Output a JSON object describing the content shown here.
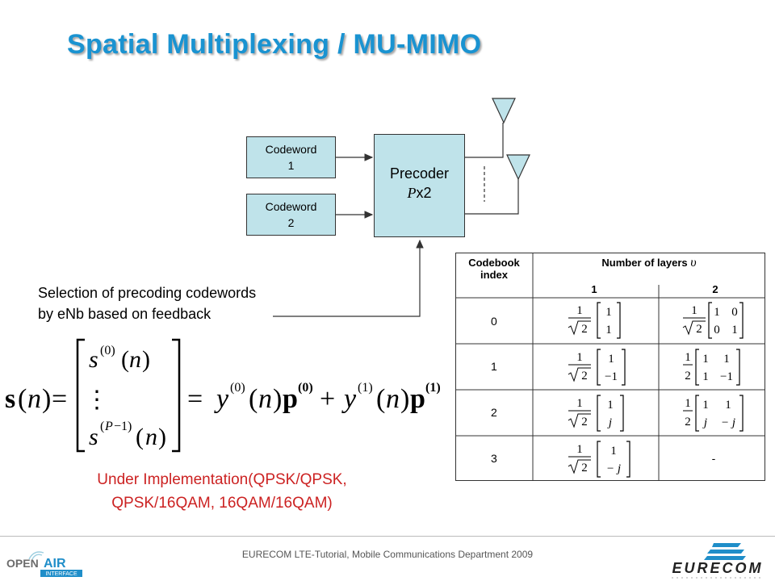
{
  "title": "Spatial Multiplexing / MU-MIMO",
  "codeword1": [
    "Codeword",
    "1"
  ],
  "codeword2": [
    "Codeword",
    "2"
  ],
  "precoder": {
    "label": "Precoder",
    "dims_var": "P",
    "dims_suffix": "x2"
  },
  "selection_text": [
    "Selection of precoding codewords",
    "by eNb based on feedback"
  ],
  "implementation_text": [
    "Under Implementation(QPSK/QPSK,",
    "QPSK/16QAM, 16QAM/16QAM)"
  ],
  "codebook": {
    "header_index": [
      "Codebook",
      "index"
    ],
    "header_layers": "Number of layers",
    "layers_symbol": "υ",
    "layer_cols": [
      "1",
      "2"
    ],
    "rows": [
      {
        "index": "0",
        "l1": [
          "1",
          "1"
        ],
        "l2": [
          [
            "1",
            "0"
          ],
          [
            "0",
            "1"
          ]
        ]
      },
      {
        "index": "1",
        "l1": [
          "1",
          "−1"
        ],
        "l2": [
          [
            "1",
            "1"
          ],
          [
            "1",
            "−1"
          ]
        ]
      },
      {
        "index": "2",
        "l1": [
          "1",
          "j"
        ],
        "l2": [
          [
            "1",
            "1"
          ],
          [
            "j",
            "− j"
          ]
        ]
      },
      {
        "index": "3",
        "l1": [
          "1",
          "− j"
        ],
        "l2": "-"
      }
    ]
  },
  "footer": "EURECOM LTE-Tutorial, Mobile Communications Department 2009",
  "logos": {
    "left": "OPEN AIR INTERFACE",
    "right": "EURECOM"
  }
}
